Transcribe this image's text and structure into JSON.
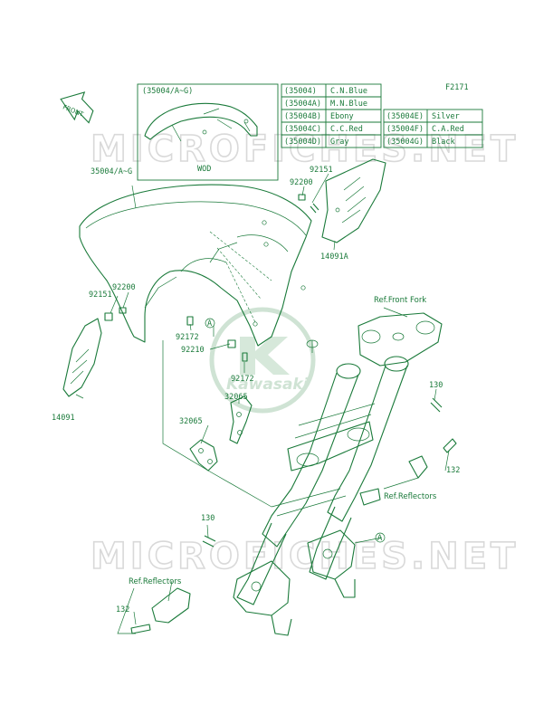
{
  "figure_code": "F2171",
  "front_arrow": "FRONT",
  "watermark": "MICROFICHES.NET",
  "logo_text": "Kawasaki",
  "inset": {
    "title": "(35004/A~G)",
    "caption": "WOD"
  },
  "color_table_left": [
    {
      "code": "(35004)",
      "color": "C.N.Blue"
    },
    {
      "code": "(35004A)",
      "color": "M.N.Blue"
    },
    {
      "code": "(35004B)",
      "color": "Ebony"
    },
    {
      "code": "(35004C)",
      "color": "C.C.Red"
    },
    {
      "code": "(35004D)",
      "color": "Gray"
    }
  ],
  "color_table_right": [
    {
      "code": "(35004E)",
      "color": "Silver"
    },
    {
      "code": "(35004F)",
      "color": "C.A.Red"
    },
    {
      "code": "(35004G)",
      "color": "Black"
    }
  ],
  "labels": {
    "fender": "35004/A~G",
    "p92151_top": "92151",
    "p92200_top": "92200",
    "p14091A": "14091A",
    "p92200_left": "92200",
    "p92151_left": "92151",
    "p14091": "14091",
    "p92172_a": "92172",
    "p92210": "92210",
    "p92172_b": "92172",
    "p32065_a": "32065",
    "p32065_b": "32065",
    "ref_front_fork": "Ref.Front Fork",
    "p130_right": "130",
    "p132_right": "132",
    "ref_reflectors_right": "Ref.Reflectors",
    "p130_left": "130",
    "ref_reflectors_left": "Ref.Reflectors",
    "p132_left": "132",
    "callout_a": "A"
  }
}
